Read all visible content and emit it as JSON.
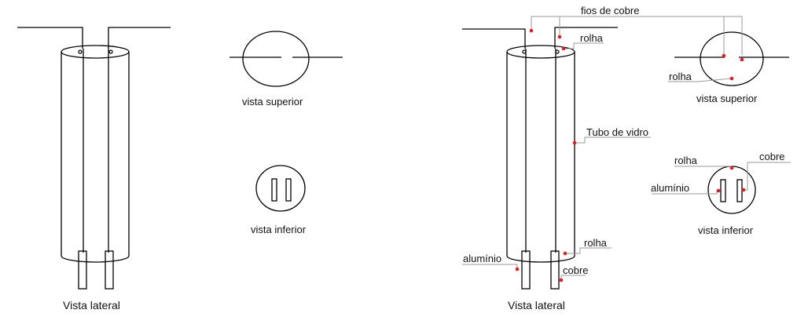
{
  "left_diagram": {
    "side_caption": "Vista lateral",
    "top_caption": "vista superior",
    "bottom_caption": "vista inferior"
  },
  "right_diagram": {
    "side_caption": "Vista lateral",
    "top_caption": "vista superior",
    "bottom_caption": "vista inferior",
    "labels": {
      "copper_wires": "fios de cobre",
      "stopper_top": "rolha",
      "glass_tube": "Tubo de vidro",
      "stopper_bottom": "rolha",
      "aluminium_side": "alumínio",
      "copper_side": "cobre",
      "top_view_stopper": "rolha",
      "bottom_view_stopper": "rolha",
      "bottom_view_copper": "cobre",
      "bottom_view_aluminium": "alumínio"
    }
  },
  "colors": {
    "line": "#000000",
    "leader": "#9a9a9a",
    "marker": "#e21b1b"
  }
}
